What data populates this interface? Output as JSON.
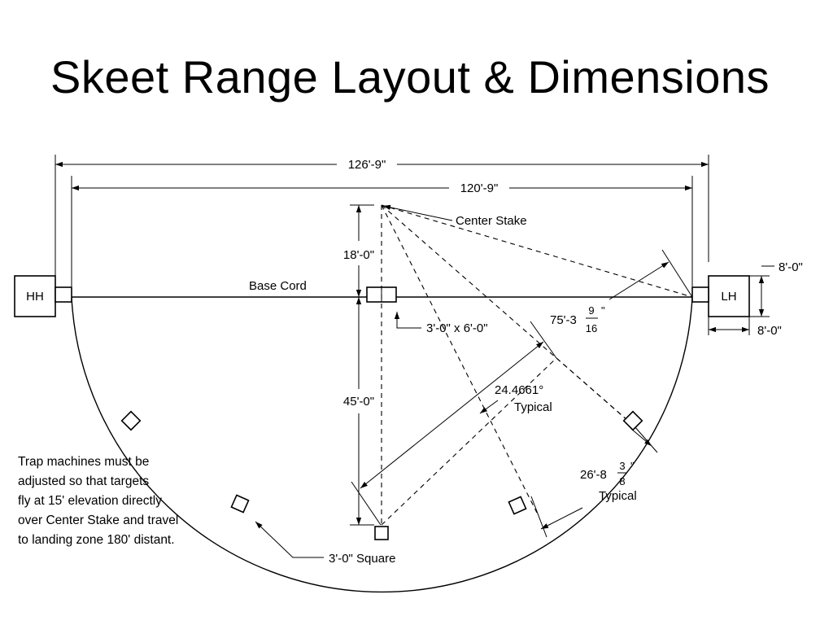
{
  "title": "Skeet Range Layout & Dimensions",
  "houses": {
    "high": "HH",
    "low": "LH"
  },
  "dimensions": {
    "overall_width": "126'-9\"",
    "base_cord_length": "120'-9\"",
    "center_stake_offset": "18'-0\"",
    "center_to_station8": "45'-0\"",
    "house_height": "8'-0\"",
    "house_width": "8'-0\"",
    "radius_whole": "75'-3",
    "radius_frac_num": "9",
    "radius_frac_den": "16",
    "radius_inch": "\"",
    "chord_whole": "26'-8",
    "chord_frac_num": "3",
    "chord_frac_den": "8",
    "chord_inch": "\""
  },
  "labels": {
    "center_stake": "Center Stake",
    "base_cord": "Base Cord",
    "station8_pad": "3'-0\" x 6'-0\"",
    "angle_value": "24.4661°",
    "angle_typical": "Typical",
    "chord_typical": "Typical",
    "station_pad": "3'-0\" Square"
  },
  "note": [
    "Trap machines must be",
    "adjusted so that targets",
    "fly at 15' elevation directly",
    "over Center Stake and travel",
    "to landing zone 180' distant."
  ]
}
